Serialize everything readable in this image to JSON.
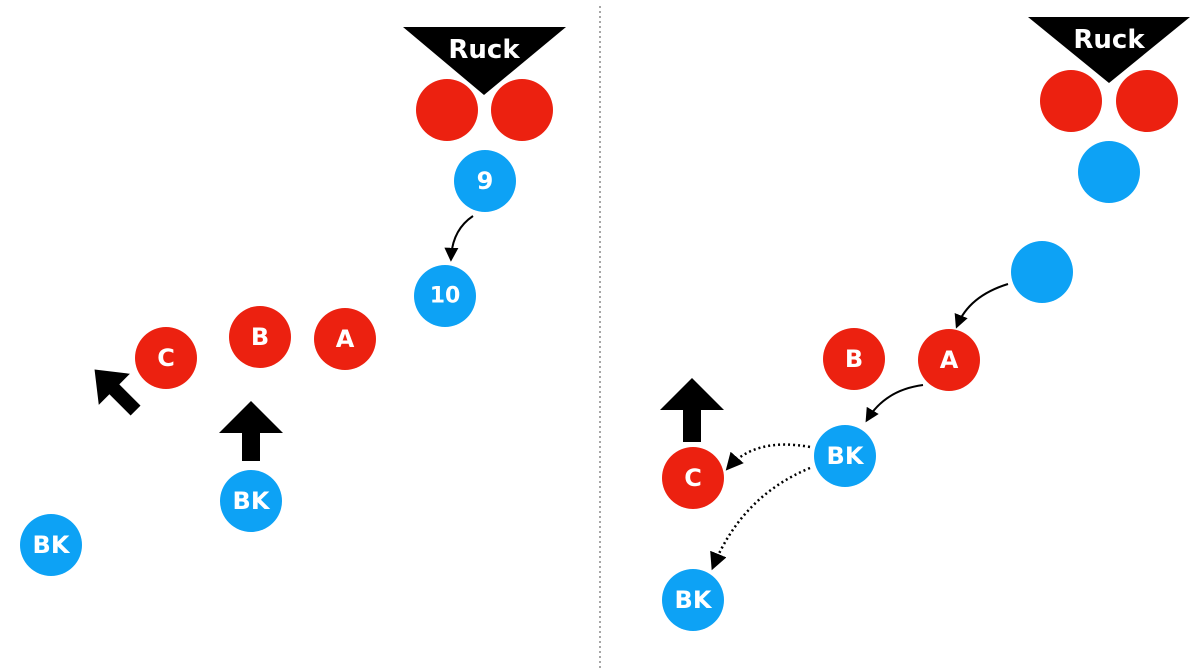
{
  "colors": {
    "attack": "#0da2f5",
    "defence": "#ec2110",
    "ruck": "#000000",
    "divider": "#888888",
    "arrow": "#000000"
  },
  "left": {
    "ruck_label": "Ruck",
    "scrumhalf_label": "9",
    "flyhalf_label": "10",
    "defender_a": "A",
    "defender_b": "B",
    "defender_c": "C",
    "back_center": "BK",
    "back_wide": "BK"
  },
  "right": {
    "ruck_label": "Ruck",
    "defender_a": "A",
    "defender_b": "B",
    "defender_c": "C",
    "back_center": "BK",
    "back_wide": "BK"
  }
}
